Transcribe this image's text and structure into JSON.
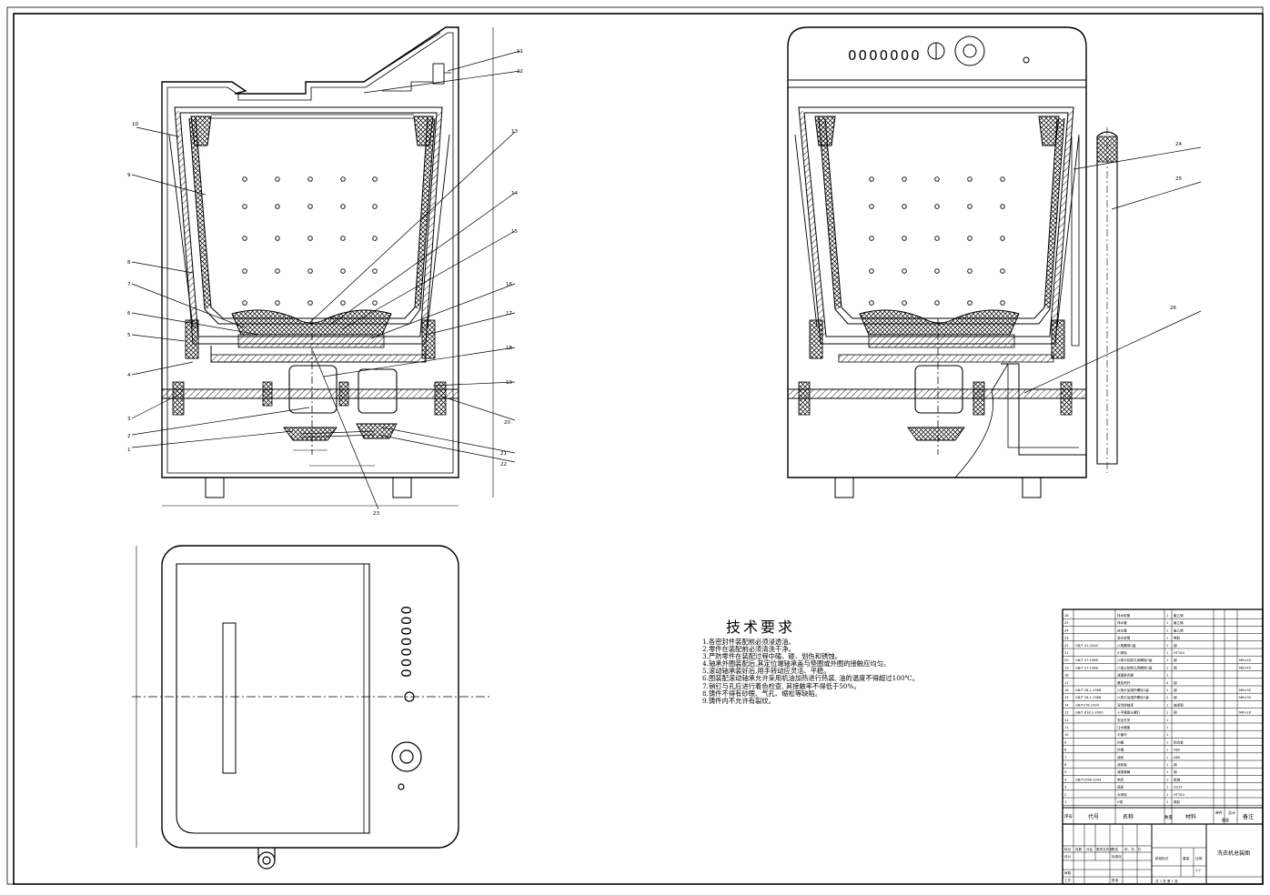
{
  "drawing": {
    "title_block": {
      "drawing_name": "洗衣机总装图",
      "scale": "1:2",
      "sheet": "共 1 张 第 1 张",
      "labels": {
        "seq": "序号",
        "code": "代号",
        "name": "名称",
        "qty": "数量",
        "material": "材料",
        "single_weight": "单件",
        "total_weight": "总计",
        "weight": "重量",
        "remark": "备注",
        "mark": "标记",
        "count": "处数",
        "zone": "分区",
        "change_doc": "更改文件号",
        "sign": "签名",
        "date": "年、月、日",
        "design": "设计",
        "standardize": "标准化",
        "stage_mark": "阶段标记",
        "weight2": "重量",
        "ratio": "比例",
        "review": "审核",
        "process": "工艺",
        "approve": "批准"
      }
    },
    "technical_requirements": {
      "title": "技术要求",
      "items": [
        "1.各密封件装配前必须浸透油。",
        "2.零件在装配前必须清洗干净。",
        "3.严防零件在装配过程中磕、碰、划伤和锈蚀。",
        "4.轴承外圈装配后,其定位端轴承盖与垫圈或外圈的接触应均匀。",
        "5.滚动轴承装好后,用手转动应灵活、平稳。",
        "6.图装配滚动轴承允许采用机油加热进行热装, 油的温度不得超过100℃。",
        "7.销钉与孔应进行着色检查, 其接触率不得低于50%。",
        "8.铸件不得有砂眼、气孔、缩松等缺陷。",
        "9.铸件内不允许有裂纹。"
      ]
    },
    "front_view_callouts": [
      "1",
      "2",
      "3",
      "4",
      "5",
      "6",
      "7",
      "8",
      "9",
      "10",
      "11",
      "12",
      "13",
      "14",
      "15",
      "16",
      "17",
      "18",
      "19",
      "20",
      "21",
      "22",
      "23"
    ],
    "side_view_callouts": [
      "24",
      "25",
      "26"
    ],
    "control_display": "0000000",
    "top_view_display": "0000000",
    "bom_rows": [
      [
        "26",
        "",
        "排水软管",
        "1",
        "聚乙烯",
        ""
      ],
      [
        "25",
        "",
        "排水管",
        "1",
        "聚乙烯",
        ""
      ],
      [
        "24",
        "",
        "进水管",
        "1",
        "聚乙烯",
        ""
      ],
      [
        "23",
        "",
        "溢水软管",
        "1",
        "橡胶",
        ""
      ],
      [
        "22",
        "GB/T 41-2000",
        "六角螺母C级",
        "1",
        "钢",
        ""
      ],
      [
        "21",
        "",
        "小带轮",
        "1",
        "HT150",
        ""
      ],
      [
        "20",
        "GB/T 27-1988",
        "六角头铰制孔用螺栓C级",
        "1",
        "钢",
        "M8×40"
      ],
      [
        "19",
        "GB/T 27-1988",
        "六角头铰制孔用螺栓C级",
        "1",
        "钢",
        "M8×45"
      ],
      [
        "18",
        "",
        "减速离合器",
        "1",
        "",
        ""
      ],
      [
        "17",
        "",
        "悬挂吊杆",
        "4",
        "钢",
        ""
      ],
      [
        "16",
        "GB/T 28.1-1988",
        "六角头加强杆螺栓C级",
        "1",
        "钢",
        "M6×30"
      ],
      [
        "15",
        "GB/T 28.1-1988",
        "六角头加强杆螺栓C级",
        "1",
        "钢",
        "M6×30"
      ],
      [
        "14",
        "GB/T276-1994",
        "深沟球轴承",
        "1",
        "轴承钢",
        ""
      ],
      [
        "13",
        "GB/T 818.1-2000",
        "十字槽盘头螺钉",
        "1",
        "钢",
        "M6×16"
      ],
      [
        "12",
        "",
        "安全开关",
        "1",
        "",
        ""
      ],
      [
        "11",
        "",
        "注水器盖",
        "1",
        "",
        ""
      ],
      [
        "10",
        "",
        "平衡环",
        "1",
        "",
        ""
      ],
      [
        "9",
        "",
        "内桶",
        "1",
        "铝合金",
        ""
      ],
      [
        "8",
        "",
        "外桶",
        "1",
        "ABS",
        ""
      ],
      [
        "7",
        "",
        "波轮",
        "1",
        "ABS",
        ""
      ],
      [
        "6",
        "",
        "波轮轴",
        "1",
        "钢",
        ""
      ],
      [
        "5",
        "",
        "减振弹簧",
        "1",
        "钢",
        ""
      ],
      [
        "4",
        "GB/T1096-1994",
        "电机",
        "1",
        "组装",
        ""
      ],
      [
        "3",
        "",
        "底板",
        "1",
        "Q235",
        ""
      ],
      [
        "2",
        "",
        "大带轮",
        "1",
        "HT150",
        ""
      ],
      [
        "1",
        "",
        "V带",
        "1",
        "橡胶",
        ""
      ]
    ]
  }
}
